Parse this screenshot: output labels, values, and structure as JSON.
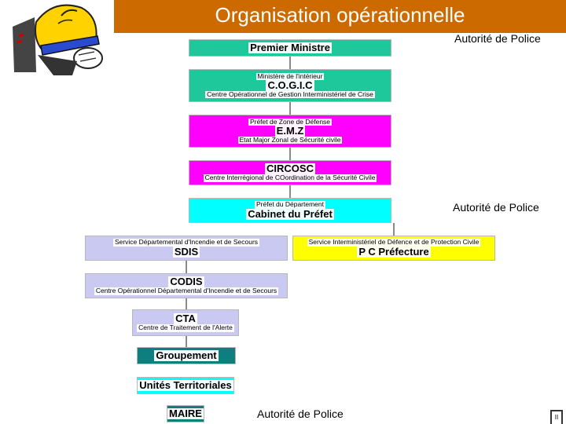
{
  "title": "Organisation opérationnelle",
  "police_labels": {
    "top": "Autorité de Police",
    "middle": "Autorité de Police",
    "bottom": "Autorité de Police"
  },
  "boxes": {
    "premier_ministre": {
      "main": "Premier Ministre"
    },
    "cogic": {
      "top": "Ministère de l'intérieur",
      "main": "C.O.G.I.C",
      "bottom": "Centre Opérationnel de Gestion Interministériel de Crise"
    },
    "emz": {
      "top": "Préfet de Zone de Défense",
      "main": "E.M.Z",
      "bottom": "Etat Major Zonal de Sécurité civile"
    },
    "circosc": {
      "main": "CIRCOSC",
      "bottom": "Centre Interrégional de COordination de la Sécurité Civile"
    },
    "prefet": {
      "top": "Préfet du Département",
      "main": "Cabinet du Préfet"
    },
    "sdis": {
      "top": "Service Départemental d'Incendie et de Secours",
      "main": "SDIS"
    },
    "pc_prefecture": {
      "top": "Service Interministériel de Défence et de Protection Civile",
      "main": "P C Préfecture"
    },
    "codis": {
      "main": "CODIS",
      "bottom": "Centre Opérationnel Départemental d'Incendie et de Secours"
    },
    "cta": {
      "main": "CTA",
      "bottom": "Centre de Traitement de l'Alerte"
    },
    "groupement": {
      "main": "Groupement"
    },
    "unites": {
      "main": "Unités Territoriales"
    },
    "maire": {
      "main": "MAIRE"
    }
  },
  "colors": {
    "title_bar": "#cc6a00",
    "green": "#1fc89a",
    "pink": "#ff00ff",
    "cyan": "#00ffff",
    "lavender": "#c9c9f2",
    "yellow": "#ffff00",
    "teal": "#0e7f7f"
  },
  "icons": [
    "firefighter-helmet-icon"
  ],
  "corner_mark": "II"
}
